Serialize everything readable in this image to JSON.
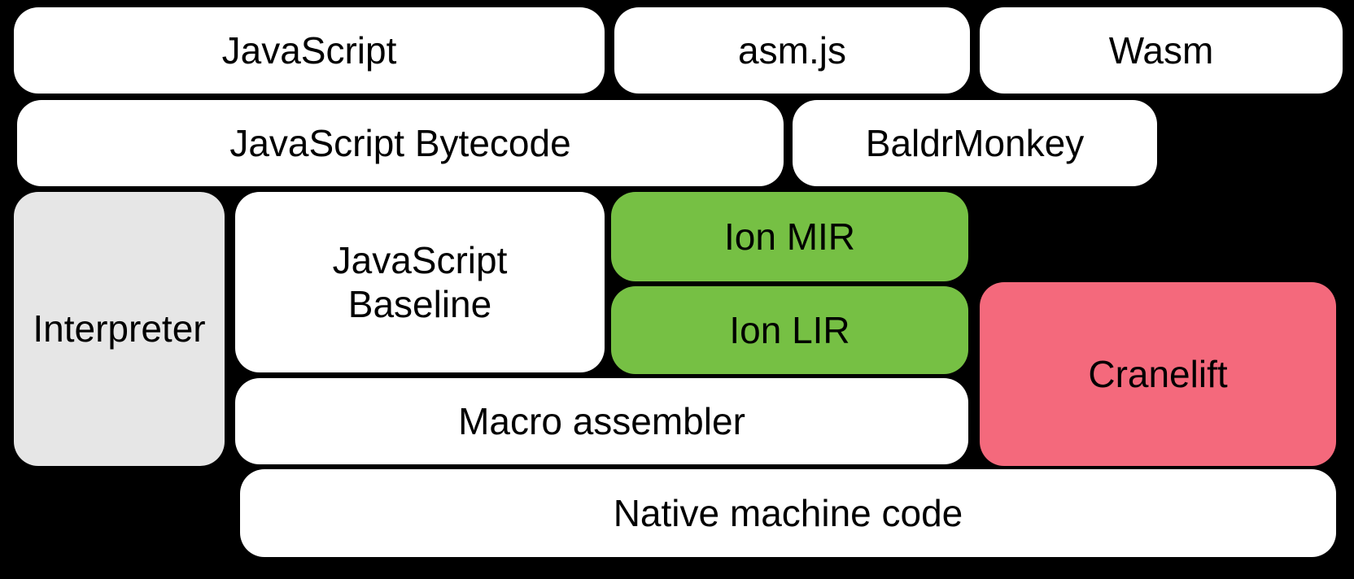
{
  "diagram": {
    "background_color": "#000000",
    "text_color": "#000000",
    "colors": {
      "default_box": "#ffffff",
      "interpreter_box": "#e6e6e6",
      "ion_box": "#76c044",
      "cranelift_box": "#f4697c"
    },
    "nodes": [
      {
        "id": "javascript",
        "label": "JavaScript",
        "fill": "#ffffff"
      },
      {
        "id": "asm-js",
        "label": "asm.js",
        "fill": "#ffffff"
      },
      {
        "id": "wasm",
        "label": "Wasm",
        "fill": "#ffffff"
      },
      {
        "id": "javascript-bytecode",
        "label": "JavaScript Bytecode",
        "fill": "#ffffff"
      },
      {
        "id": "baldrmonkey",
        "label": "BaldrMonkey",
        "fill": "#ffffff"
      },
      {
        "id": "interpreter",
        "label": "Interpreter",
        "fill": "#e6e6e6"
      },
      {
        "id": "javascript-baseline",
        "label": "JavaScript Baseline",
        "fill": "#ffffff"
      },
      {
        "id": "ion-mir",
        "label": "Ion MIR",
        "fill": "#76c044"
      },
      {
        "id": "ion-lir",
        "label": "Ion LIR",
        "fill": "#76c044"
      },
      {
        "id": "cranelift",
        "label": "Cranelift",
        "fill": "#f4697c"
      },
      {
        "id": "macro-assembler",
        "label": "Macro assembler",
        "fill": "#ffffff"
      },
      {
        "id": "native-machine-code",
        "label": "Native machine code",
        "fill": "#ffffff"
      }
    ]
  }
}
